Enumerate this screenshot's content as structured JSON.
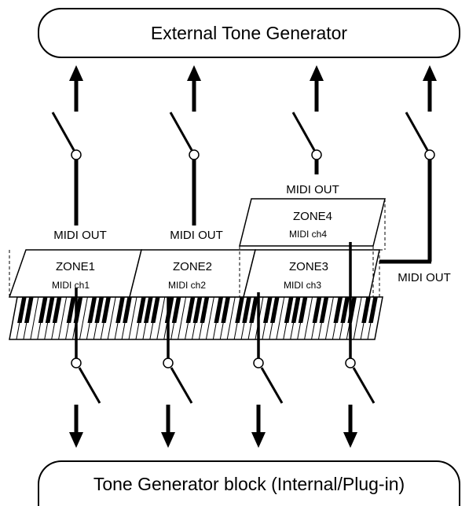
{
  "external_box": {
    "label": "External Tone Generator"
  },
  "internal_box": {
    "label": "Tone Generator block (Internal/Plug-in)"
  },
  "zones": [
    {
      "name": "ZONE1",
      "channel": "MIDI ch1",
      "midi_out": "MIDI OUT"
    },
    {
      "name": "ZONE2",
      "channel": "MIDI ch2",
      "midi_out": "MIDI OUT"
    },
    {
      "name": "ZONE3",
      "channel": "MIDI ch3",
      "midi_out": "MIDI OUT"
    },
    {
      "name": "ZONE4",
      "channel": "MIDI ch4",
      "midi_out": "MIDI OUT"
    }
  ]
}
